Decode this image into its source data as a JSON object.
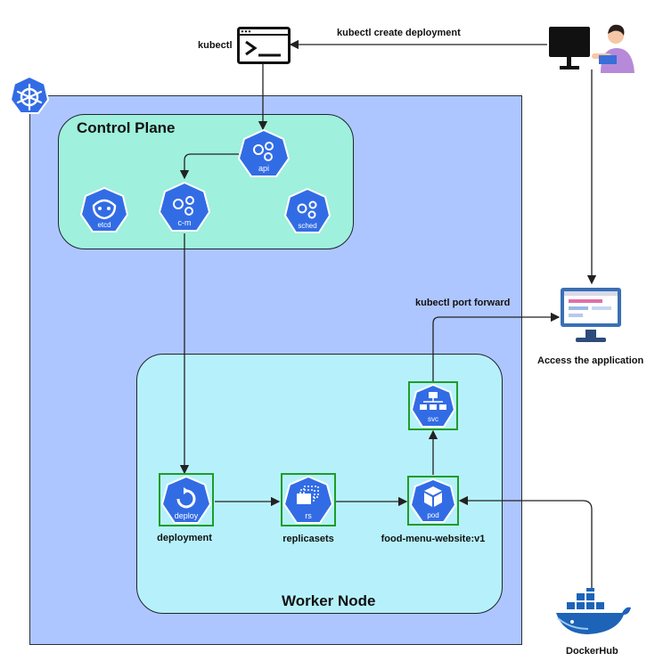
{
  "title": "",
  "labels": {
    "control_plane": "Control Plane",
    "worker_node": "Worker Node",
    "kubectl": "kubectl",
    "kubectl_create": "kubectl create deployment",
    "kubectl_port_forward": "kubectl port forward",
    "access_app": "Access the application",
    "dockerhub": "DockerHub",
    "deployment": "deployment",
    "replicasets": "replicasets",
    "pod_image": "food-menu-website:v1"
  },
  "icons": {
    "api": "api",
    "etcd": "etcd",
    "cm": "c-m",
    "sched": "sched",
    "deploy": "deploy",
    "rs": "rs",
    "pod": "pod",
    "svc": "svc"
  },
  "colors": {
    "cluster_bg": "#aec6ff",
    "control_plane_bg": "#9ff0dc",
    "worker_node_bg": "#b6f1fb",
    "k8s_blue": "#326ce5",
    "highlight_green": "#1f9d2a"
  }
}
